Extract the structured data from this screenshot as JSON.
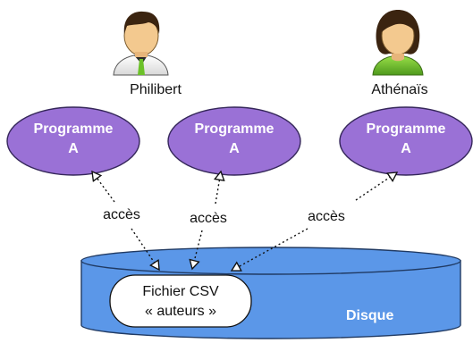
{
  "users": [
    {
      "name": "Philibert",
      "icon": "man-avatar-icon"
    },
    {
      "name": "Athénaïs",
      "icon": "woman-avatar-icon"
    }
  ],
  "programs": [
    {
      "line1": "Programme",
      "line2": "A"
    },
    {
      "line1": "Programme",
      "line2": "A"
    },
    {
      "line1": "Programme",
      "line2": "A"
    }
  ],
  "access_label": "accès",
  "file": {
    "line1": "Fichier CSV",
    "line2": "« auteurs »"
  },
  "disk": {
    "label": "Disque"
  },
  "colors": {
    "program_fill": "#9A71D6",
    "program_stroke": "#35275A",
    "disk_fill": "#5B97E8",
    "disk_stroke": "#203A63",
    "file_fill": "#ffffff"
  }
}
